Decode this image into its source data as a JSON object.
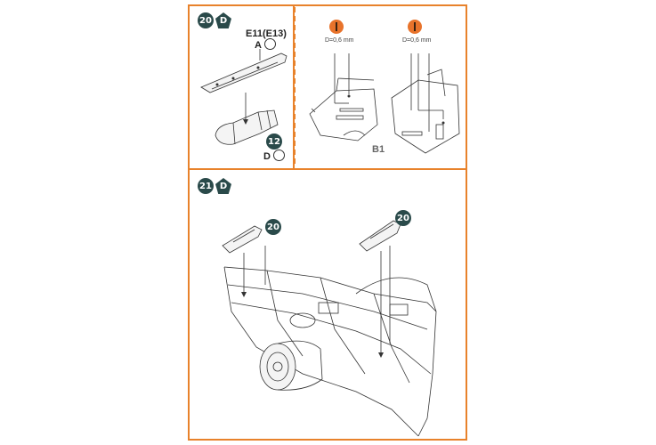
{
  "step20": {
    "number": "20",
    "sheet": "D",
    "part_top": "E11(E13)",
    "part_top_sheet": "A",
    "part_bottom": "12",
    "part_bottom_sheet": "D"
  },
  "drill_left": {
    "label": "D=0,6 mm"
  },
  "drill_right": {
    "label": "D=0,6 mm"
  },
  "inset_label": "B1",
  "step21": {
    "number": "21",
    "sheet": "D",
    "ref_left": "20",
    "ref_right": "20"
  },
  "colors": {
    "frame": "#e8822b",
    "badge": "#2a4a4a",
    "drill": "#e8732b"
  }
}
